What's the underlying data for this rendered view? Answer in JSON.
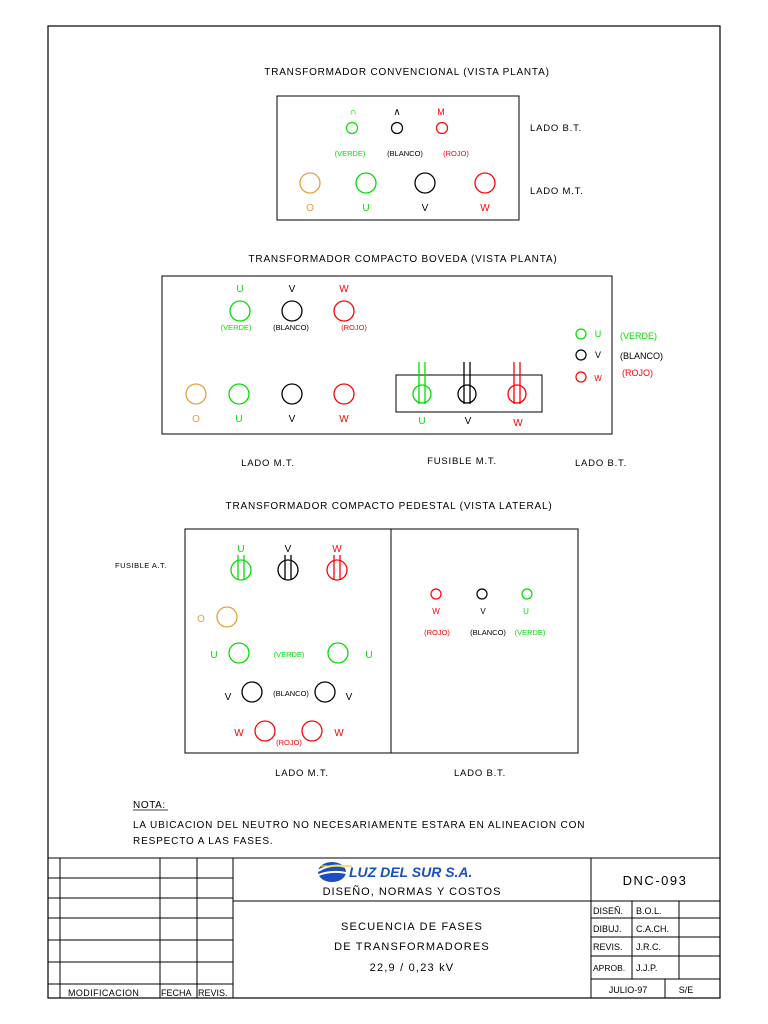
{
  "colors": {
    "green": "#00dd00",
    "black": "#000000",
    "red": "#ff0000",
    "orange": "#e0a040"
  },
  "section1": {
    "title": "TRANSFORMADOR CONVENCIONAL (VISTA PLANTA)",
    "bt_symbols": [
      "∩",
      "∧",
      "M"
    ],
    "bt_color_labels": [
      "(VERDE)",
      "(BLANCO)",
      "(ROJO)"
    ],
    "mt_letters": [
      "O",
      "U",
      "V",
      "W"
    ],
    "side_bt": "LADO B.T.",
    "side_mt": "LADO M.T."
  },
  "section2": {
    "title": "TRANSFORMADOR COMPACTO BOVEDA (VISTA PLANTA)",
    "top_letters": [
      "U",
      "V",
      "W"
    ],
    "top_color_labels": [
      "(VERDE)",
      "(BLANCO)",
      "(ROJO)"
    ],
    "mt_letters": [
      "O",
      "U",
      "V",
      "W"
    ],
    "fuse_letters": [
      "U",
      "V",
      "W"
    ],
    "bt_letters": [
      "U",
      "V",
      "W"
    ],
    "bt_color_labels": [
      "(VERDE)",
      "(BLANCO)",
      "(ROJO)"
    ],
    "bottom_labels": [
      "LADO M.T.",
      "FUSIBLE M.T.",
      "LADO B.T."
    ]
  },
  "section3": {
    "title": "TRANSFORMADOR COMPACTO PEDESTAL (VISTA LATERAL)",
    "fuse_label": "FUSIBLE A.T.",
    "fuse_letters": [
      "U",
      "V",
      "W"
    ],
    "o_letter": "O",
    "row_u": "U",
    "row_v": "V",
    "row_w": "W",
    "verde": "(VERDE)",
    "blanco": "(BLANCO)",
    "rojo": "(ROJO)",
    "right_letters": [
      "W",
      "V",
      "U"
    ],
    "right_color_labels": [
      "(ROJO)",
      "(BLANCO)",
      "(VERDE)"
    ],
    "bottom_labels": [
      "LADO M.T.",
      "LADO B.T."
    ]
  },
  "note": {
    "heading": "NOTA:",
    "line1": "LA UBICACION DEL NEUTRO NO NECESARIAMENTE ESTARA EN ALINEACION CON",
    "line2": "RESPECTO A LAS FASES."
  },
  "title_block": {
    "company": "LUZ DEL SUR S.A.",
    "department": "DISEÑO, NORMAS Y COSTOS",
    "drawing_number": "DNC-093",
    "title_line1": "SECUENCIA DE FASES",
    "title_line2": "DE TRANSFORMADORES",
    "title_line3": "22,9 / 0,23 kV",
    "rev_headers": [
      "MODIFICACION",
      "FECHA",
      "REVIS."
    ],
    "sign_rows": [
      {
        "role": "DISEÑ.",
        "name": "B.O.L."
      },
      {
        "role": "DIBUJ.",
        "name": "C.A.CH."
      },
      {
        "role": "REVIS.",
        "name": "J.R.C."
      },
      {
        "role": "APROB.",
        "name": "J.J.P."
      }
    ],
    "date": "JULIO-97",
    "scale": "S/E"
  }
}
